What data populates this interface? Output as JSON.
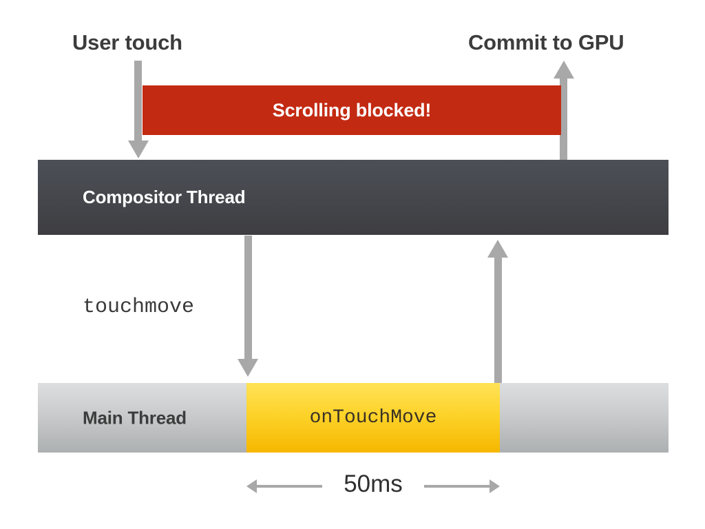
{
  "diagram": {
    "title": "Scrolling blocked by touchmove handler timeline",
    "colors": {
      "blocked_bar": "#c32a12",
      "compositor_bar": "#46484e",
      "main_thread_bar": "#c9cbcc",
      "on_touch_move_block": "#fdd32a",
      "arrow": "#a8a8a8",
      "label_text": "#3c3c3c",
      "background": "#ffffff"
    },
    "annotations": {
      "user_touch": "User touch",
      "commit_to_gpu": "Commit to GPU",
      "touchmove_event": "touchmove",
      "duration": "50ms"
    },
    "bars": {
      "blocked": {
        "label": "Scrolling blocked!"
      },
      "compositor": {
        "label": "Compositor Thread"
      },
      "main": {
        "label": "Main Thread",
        "task_label": "onTouchMove"
      }
    }
  }
}
